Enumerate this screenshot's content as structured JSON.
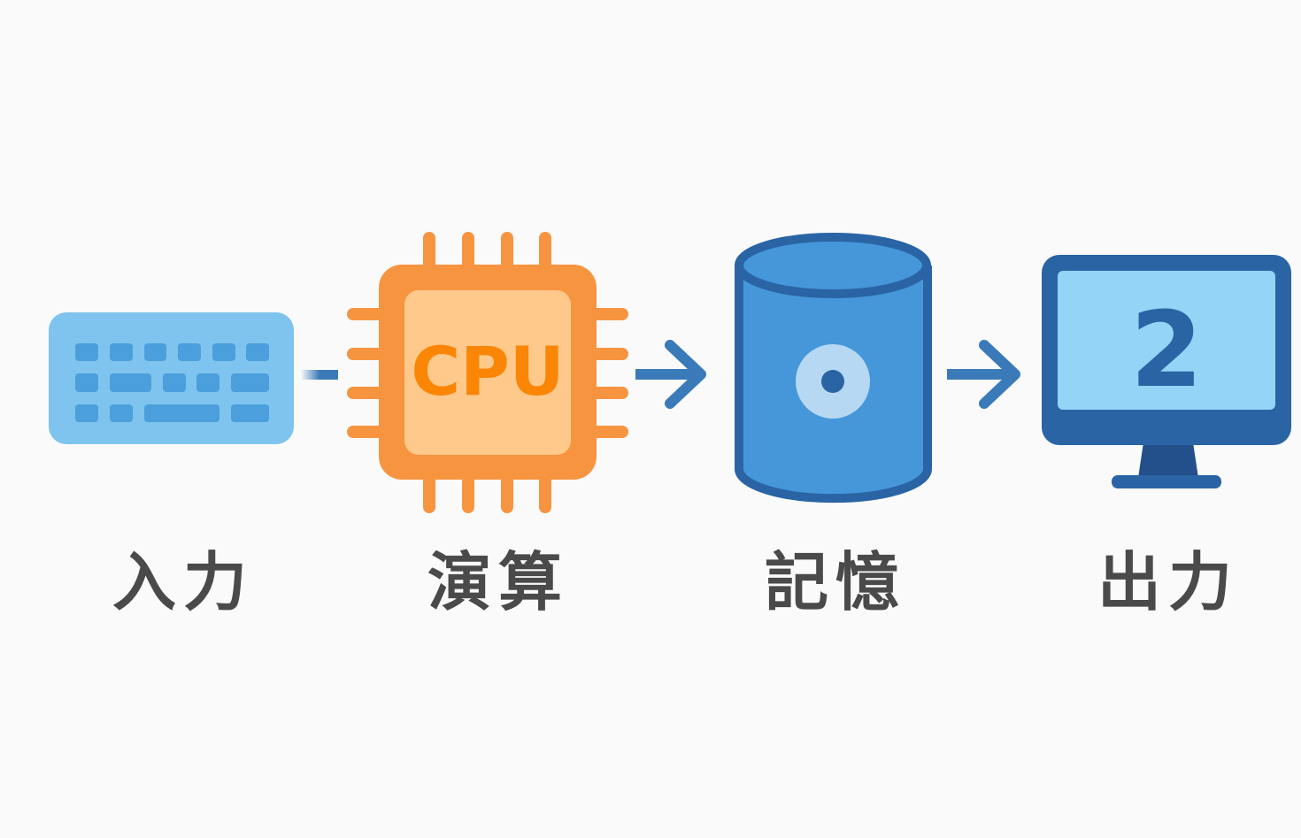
{
  "stages": [
    {
      "label": "入力",
      "icon": "keyboard-icon"
    },
    {
      "label": "演算",
      "icon": "cpu-icon",
      "chip_text": "CPU"
    },
    {
      "label": "記憶",
      "icon": "storage-cylinder-icon"
    },
    {
      "label": "出力",
      "icon": "monitor-icon",
      "screen_text": "2"
    }
  ],
  "colors": {
    "keyboard": "#7fc4ee",
    "keys": "#4a9fdc",
    "cpu_body": "#f79440",
    "cpu_core": "#fec98a",
    "cpu_text": "#fb8505",
    "arrow": "#3a7ab8",
    "storage": "#4597da",
    "storage_outline": "#2a64a4",
    "monitor_frame": "#2a64a4",
    "monitor_screen": "#93d4f7",
    "label_text": "#4a4a4a"
  }
}
